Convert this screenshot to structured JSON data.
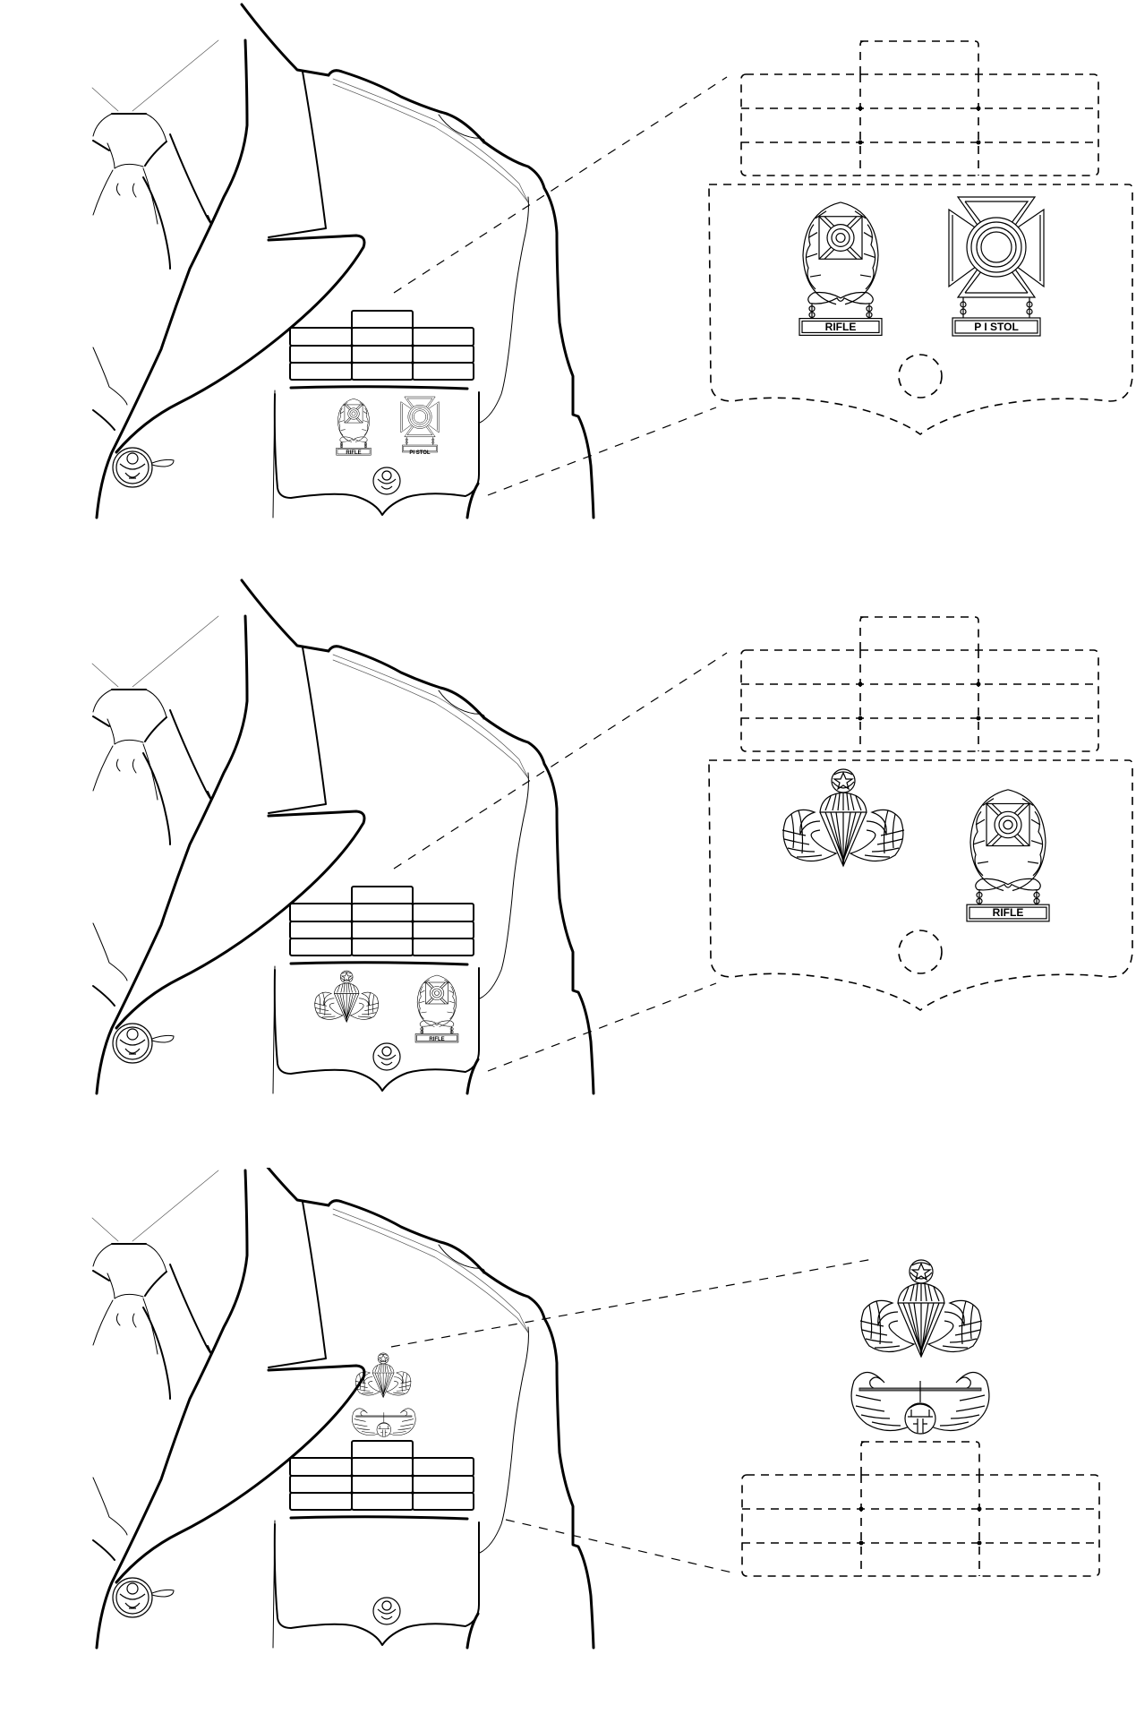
{
  "figure": {
    "description": "Army dress uniform badge placement illustration, three configurations",
    "panels": [
      {
        "id": "panel-1",
        "jacket_badges": [
          "marksmanship-rifle",
          "marksmanship-pistol"
        ],
        "detail_region": "right-pocket",
        "detail_badges": [
          {
            "type": "expert-rifle",
            "bar_label": "RIFLE"
          },
          {
            "type": "sharpshooter-pistol",
            "bar_label": "P I STOL"
          }
        ]
      },
      {
        "id": "panel-2",
        "jacket_badges": [
          "master-parachutist",
          "expert-rifle"
        ],
        "detail_region": "right-pocket",
        "detail_badges": [
          {
            "type": "master-parachutist",
            "bar_label": ""
          },
          {
            "type": "expert-rifle",
            "bar_label": "RIFLE"
          }
        ]
      },
      {
        "id": "panel-3",
        "jacket_badges": [
          "master-parachutist",
          "air-assault"
        ],
        "detail_region": "above-ribbons",
        "detail_badges": [
          {
            "type": "master-parachutist",
            "bar_label": ""
          },
          {
            "type": "air-assault",
            "bar_label": ""
          }
        ]
      }
    ],
    "ribbon_rack": {
      "rows": 3,
      "columns": 3,
      "top_row_count": 1
    },
    "colors": {
      "line": "#000000",
      "background": "#ffffff"
    }
  },
  "labels": {
    "p1_jacket_rifle": "RIFLE",
    "p1_jacket_pistol": "PI STOL",
    "p1_detail_rifle": "RIFLE",
    "p1_detail_pistol": "P I STOL",
    "p2_jacket_rifle": "RIFLE",
    "p2_detail_rifle": "RIFLE"
  }
}
